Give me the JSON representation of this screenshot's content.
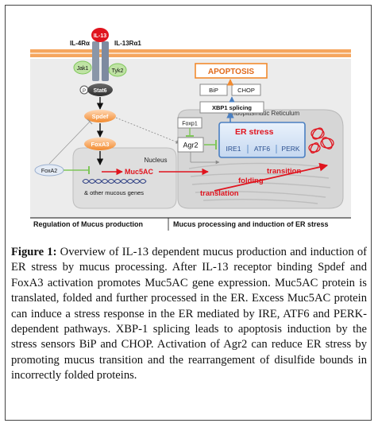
{
  "figure": {
    "receptor_ligand": "IL-13",
    "receptor_alpha_left": "IL-4Rα",
    "receptor_alpha_right": "IL-13Rα1",
    "kinase_left": "Jak1",
    "kinase_right": "Tyk2",
    "phospho": "P",
    "transcription_factor": "Stat6",
    "spdef": "Spdef",
    "foxa3": "FoxA3",
    "foxa2": "FoxA2",
    "nucleus_label": "Nucleus",
    "muc5ac": "Muc5AC",
    "other_genes": "& other mucous genes",
    "foxp1": "Foxp1",
    "agr2": "Agr2",
    "apoptosis": "APOPTOSIS",
    "bip": "BiP",
    "chop": "CHOP",
    "xbp1": "XBP1 splicing",
    "er_label": "Endoplasmatic Reticulum",
    "er_stress": "ER stress",
    "ire1": "IRE1",
    "atf6": "ATF6",
    "perk": "PERK",
    "transition": "transition",
    "folding": "folding",
    "translation": "translation",
    "panel_left_caption": "Regulation of Mucus production",
    "panel_right_caption": "Mucus processing and induction of ER stress",
    "colors": {
      "orange": "#f28a2e",
      "blue": "#4a7fc1",
      "red": "#e0141e",
      "green": "#7fc65a",
      "grey": "#ececec",
      "receptor": "#8a96a8"
    }
  },
  "caption": {
    "label": "Figure 1:",
    "text": " Overview of IL-13 dependent mucus production and induction of ER stress by mucus processing. After IL-13 receptor binding Spdef and FoxA3 activation promotes Muc5AC gene expression. Muc5AC protein is translated, folded and further processed in the ER. Excess Muc5AC protein can induce a stress response in the ER mediated by IRE, ATF6 and PERK-dependent pathways. XBP-1 splicing leads to apoptosis induction by the stress sensors BiP and CHOP. Activation of Agr2 can reduce ER stress by promoting mucus transition and the rearrangement of disulfide bounds in incorrectly folded proteins."
  }
}
